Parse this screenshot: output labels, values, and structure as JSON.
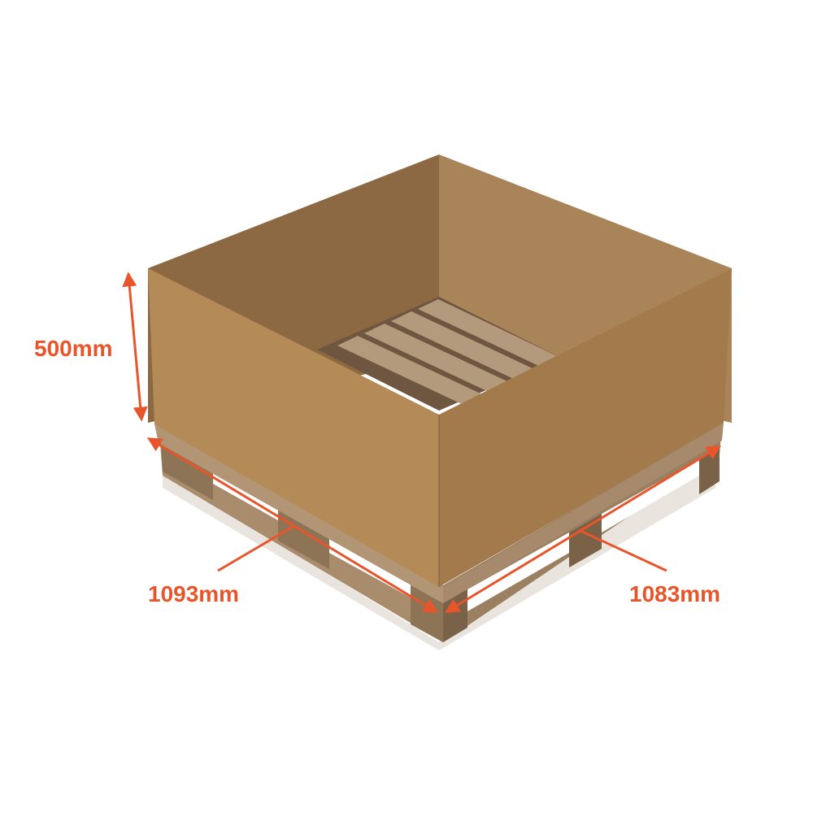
{
  "colors": {
    "annotation": "#E8552A",
    "cardboard_front": "#B58A57",
    "cardboard_right": "#A67C4C",
    "cardboard_inner_back": "#8F6B42",
    "cardboard_inner_right": "#A27C4F",
    "wood_light": "#B29575",
    "wood_dark": "#8E7457",
    "wood_shadow": "#6D563F"
  },
  "dimensions": {
    "height": "500mm",
    "length": "1093mm",
    "width": "1083mm"
  }
}
